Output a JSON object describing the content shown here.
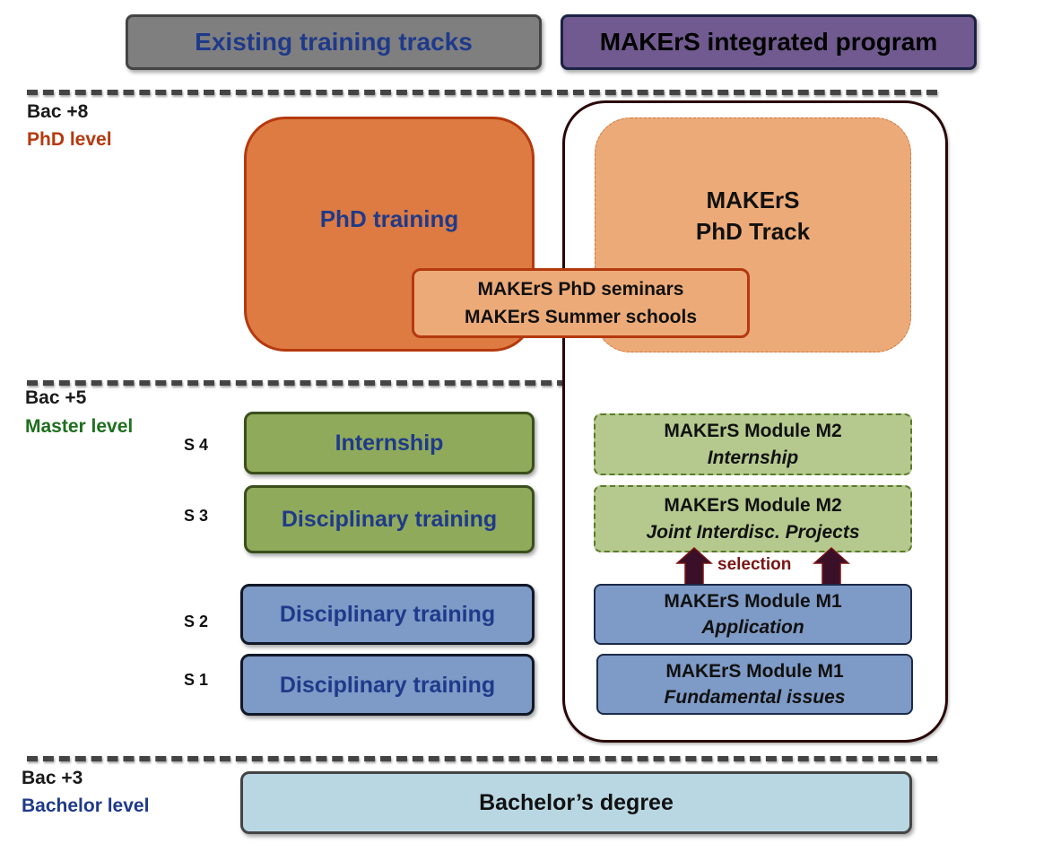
{
  "header": {
    "existing_label": "Existing training tracks",
    "makers_label": "MAKErS integrated program"
  },
  "levels": [
    {
      "bac": "Bac +8",
      "name": "PhD level",
      "color": "#b5390e"
    },
    {
      "bac": "Bac +5",
      "name": "Master level",
      "color": "#1e6f1e"
    },
    {
      "bac": "Bac +3",
      "name": "Bachelor level",
      "color": "#1f3a8a"
    }
  ],
  "semesters": [
    "S 4",
    "S 3",
    "S 2",
    "S 1"
  ],
  "existing_tracks": {
    "phd": "PhD training",
    "s4": "Internship",
    "s3": "Disciplinary training",
    "s2": "Disciplinary training",
    "s1": "Disciplinary training"
  },
  "makers": {
    "phd_track_line1": "MAKErS",
    "phd_track_line2": "PhD Track",
    "seminars_line1": "MAKErS PhD seminars",
    "seminars_line2": "MAKErS Summer schools",
    "modules": [
      {
        "title": "MAKErS Module M2",
        "subtitle": "Internship"
      },
      {
        "title": "MAKErS Module M2",
        "subtitle": "Joint Interdisc. Projects"
      },
      {
        "title": "MAKErS Module M1",
        "subtitle": "Application"
      },
      {
        "title": "MAKErS Module M1",
        "subtitle": "Fundamental issues"
      }
    ],
    "selection_label": "selection"
  },
  "bachelor": {
    "label": "Bachelor’s degree"
  },
  "colors": {
    "header_grey": "#7f7f7f",
    "header_purple": "#715a8f",
    "phd_orange": "#dd7b42",
    "phd_track_light": "#ecaa78",
    "master_green": "#8faa5a",
    "makers_green_light": "#b5c98e",
    "blue_track": "#7e9ac6",
    "bachelor_blue": "#b9d7e3",
    "arrow_dark": "#4a0d0d"
  }
}
